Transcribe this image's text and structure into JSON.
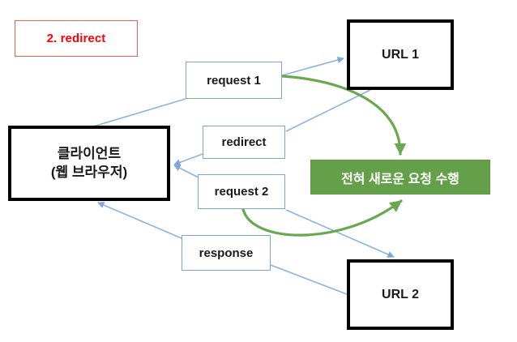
{
  "diagram": {
    "title_badge": "2. redirect",
    "nodes": {
      "client": {
        "line1": "클라이언트",
        "line2": "(웹 브라우저)"
      },
      "url1": "URL 1",
      "url2": "URL 2",
      "request1": "request 1",
      "redirect": "redirect",
      "request2": "request 2",
      "response": "response",
      "new_request": "전혀 새로운 요청 수행"
    },
    "colors": {
      "badge_text": "#fb0007",
      "badge_border": "#f4604f",
      "hard_border": "#000000",
      "label_border": "#7ba7d7",
      "edge_blue": "#8ab4de",
      "edge_green": "#6aa84f",
      "green_fill": "#64a04a",
      "green_text": "#ffffff",
      "background": "#ffffff"
    },
    "edges": [
      {
        "name": "request1-to-url1",
        "from": "request 1",
        "to": "URL 1",
        "color": "#8ab4de",
        "arrow": true
      },
      {
        "name": "request1-to-client",
        "from": "request 1",
        "to": "클라이언트",
        "color": "#8ab4de",
        "arrow": false
      },
      {
        "name": "url1-to-redirect",
        "from": "URL 1",
        "to": "redirect",
        "color": "#8ab4de",
        "arrow": false
      },
      {
        "name": "redirect-to-client",
        "from": "redirect",
        "to": "클라이언트",
        "color": "#8ab4de",
        "arrow": true
      },
      {
        "name": "request2-to-client",
        "from": "request 2",
        "to": "클라이언트",
        "color": "#8ab4de",
        "arrow": true
      },
      {
        "name": "request2-to-url2",
        "from": "request 2",
        "to": "URL 2",
        "color": "#8ab4de",
        "arrow": true
      },
      {
        "name": "url2-to-response",
        "from": "URL 2",
        "to": "response",
        "color": "#8ab4de",
        "arrow": false
      },
      {
        "name": "response-to-client",
        "from": "response",
        "to": "클라이언트",
        "color": "#8ab4de",
        "arrow": true
      },
      {
        "name": "request1-to-new-request",
        "from": "request 1",
        "to": "전혀 새로운 요청 수행",
        "color": "#6aa84f",
        "arrow": true,
        "style": "curved"
      },
      {
        "name": "request2-to-new-request",
        "from": "request 2",
        "to": "전혀 새로운 요청 수행",
        "color": "#6aa84f",
        "arrow": true,
        "style": "curved"
      }
    ]
  }
}
